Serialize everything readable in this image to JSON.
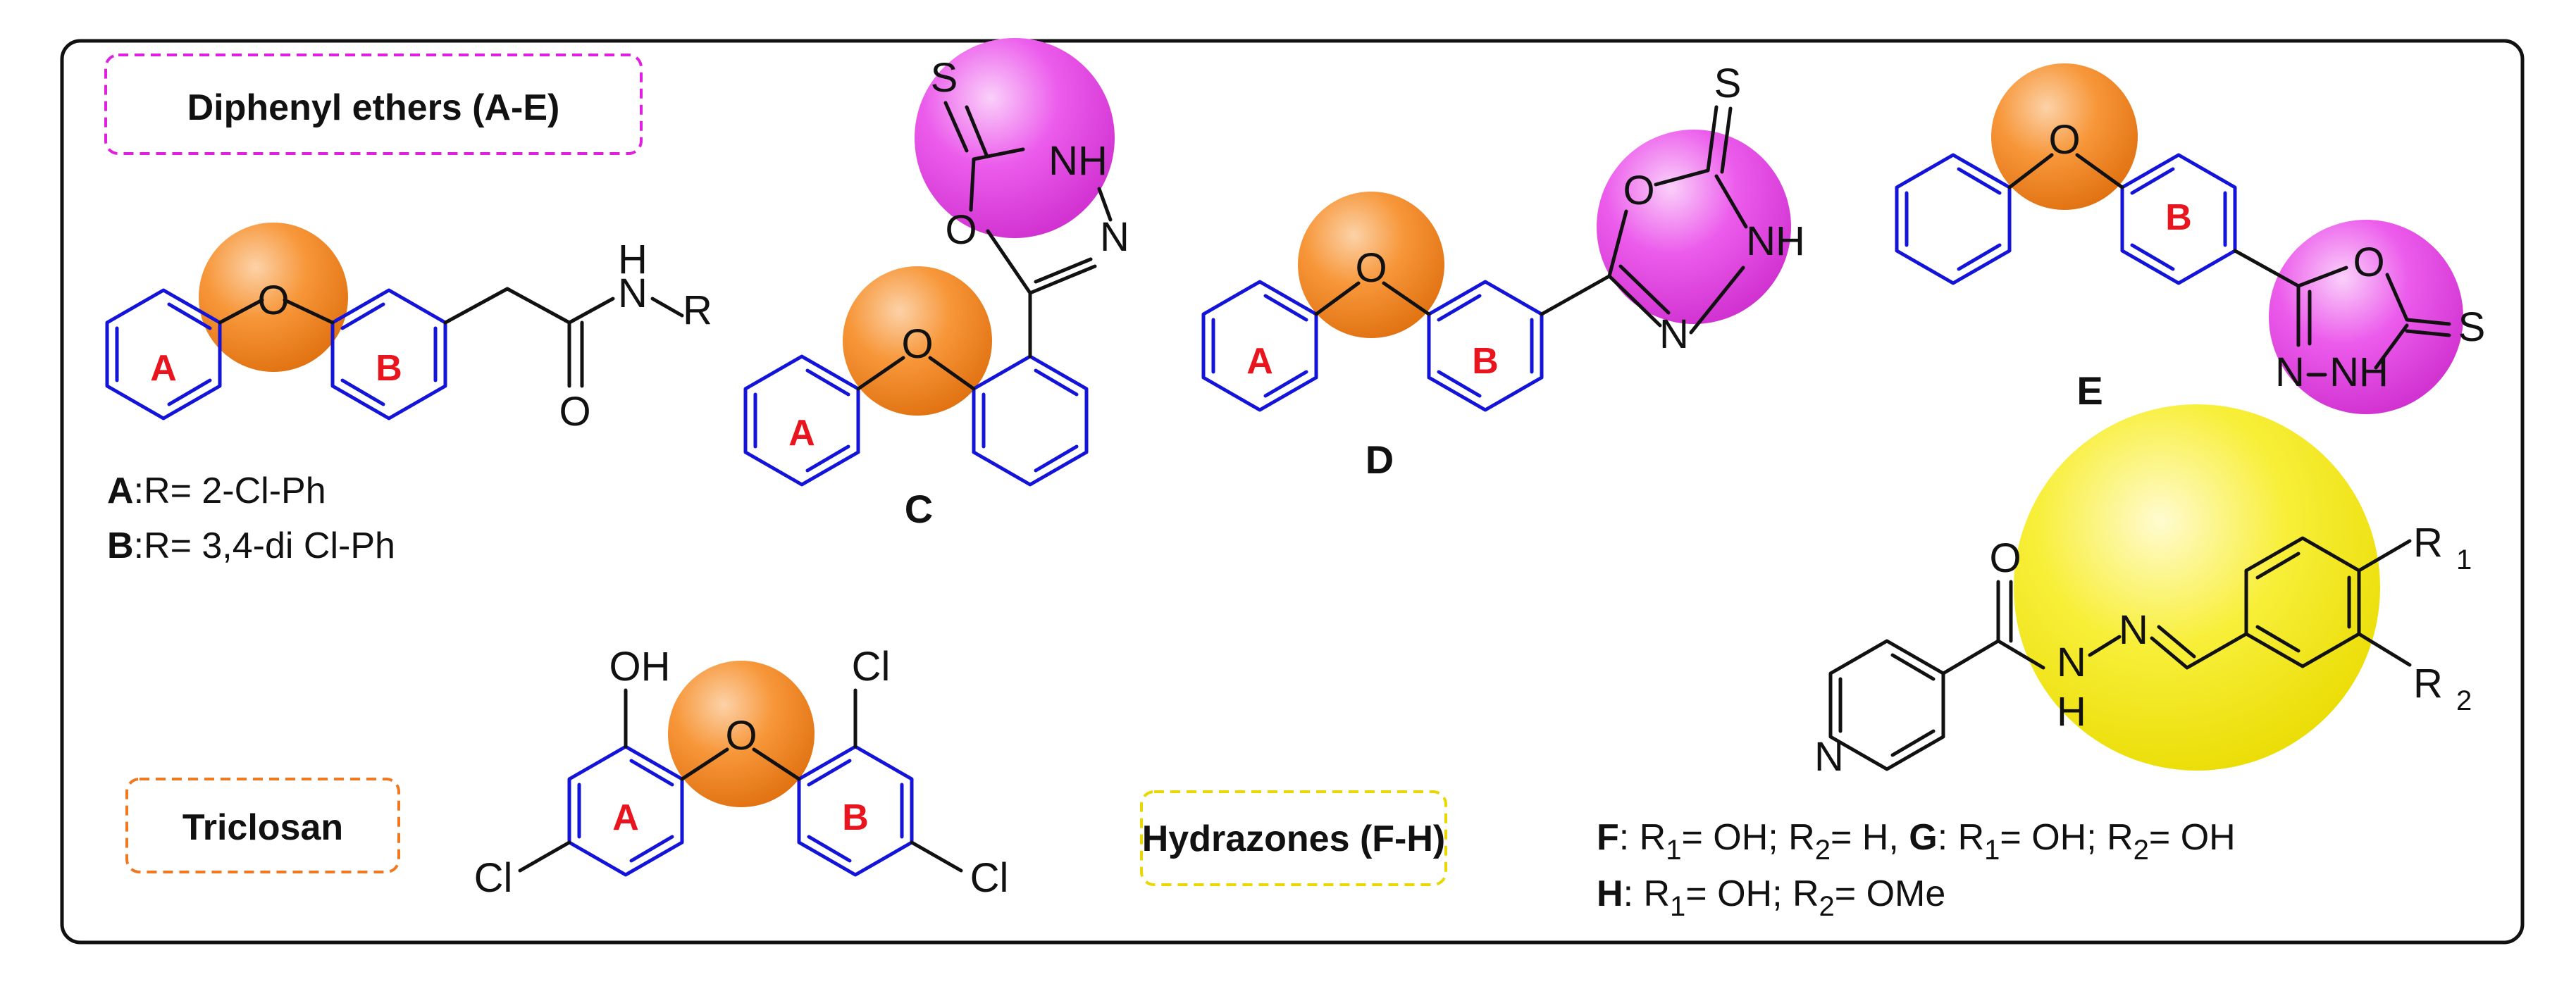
{
  "boxes": {
    "diphenyl": "Diphenyl ethers (A-E)",
    "triclosan": "Triclosan",
    "hydrazones": "Hydrazones (F-H)"
  },
  "compound_labels": {
    "C": "C",
    "D": "D",
    "E": "E"
  },
  "ring_labels": {
    "a": "A",
    "b": "B"
  },
  "atoms": {
    "O": "O",
    "S": "S",
    "N": "N",
    "NH": "NH",
    "H": "H",
    "R": "R",
    "OH": "OH",
    "Cl": "Cl"
  },
  "substituent_key": {
    "A_bold": "A",
    "A_text": ":R= 2-Cl-Ph",
    "B_bold": "B",
    "B_text": ":R= 3,4-di Cl-Ph",
    "F_bold": "F",
    "F_text": ": R",
    "F_r1": "= OH; R",
    "F_r2": "= H, ",
    "G_bold": "G",
    "G_text": ": R",
    "G_r1": "= OH; R",
    "G_r2": "= OH",
    "H_bold": "H",
    "H_text": ": R",
    "H_r1": "= OH; R",
    "H_r2": "= OMe",
    "sub1": "1",
    "sub2": "2"
  },
  "colors": {
    "frame": "#111111",
    "aromatic": "#1414d8",
    "ring_label": "#e8141e",
    "ether_highlight": "#f58a1f",
    "oxadiazole_highlight": "#e040e0",
    "hydrazone_highlight": "#f5ec1a",
    "diphenyl_box_border": "#e020e0",
    "triclosan_box_border": "#f07820",
    "hydrazone_box_border": "#e8d800"
  },
  "icons": {
    "ether": "orange-sphere",
    "oxadiazole": "magenta-sphere",
    "hydrazone": "yellow-sphere"
  }
}
